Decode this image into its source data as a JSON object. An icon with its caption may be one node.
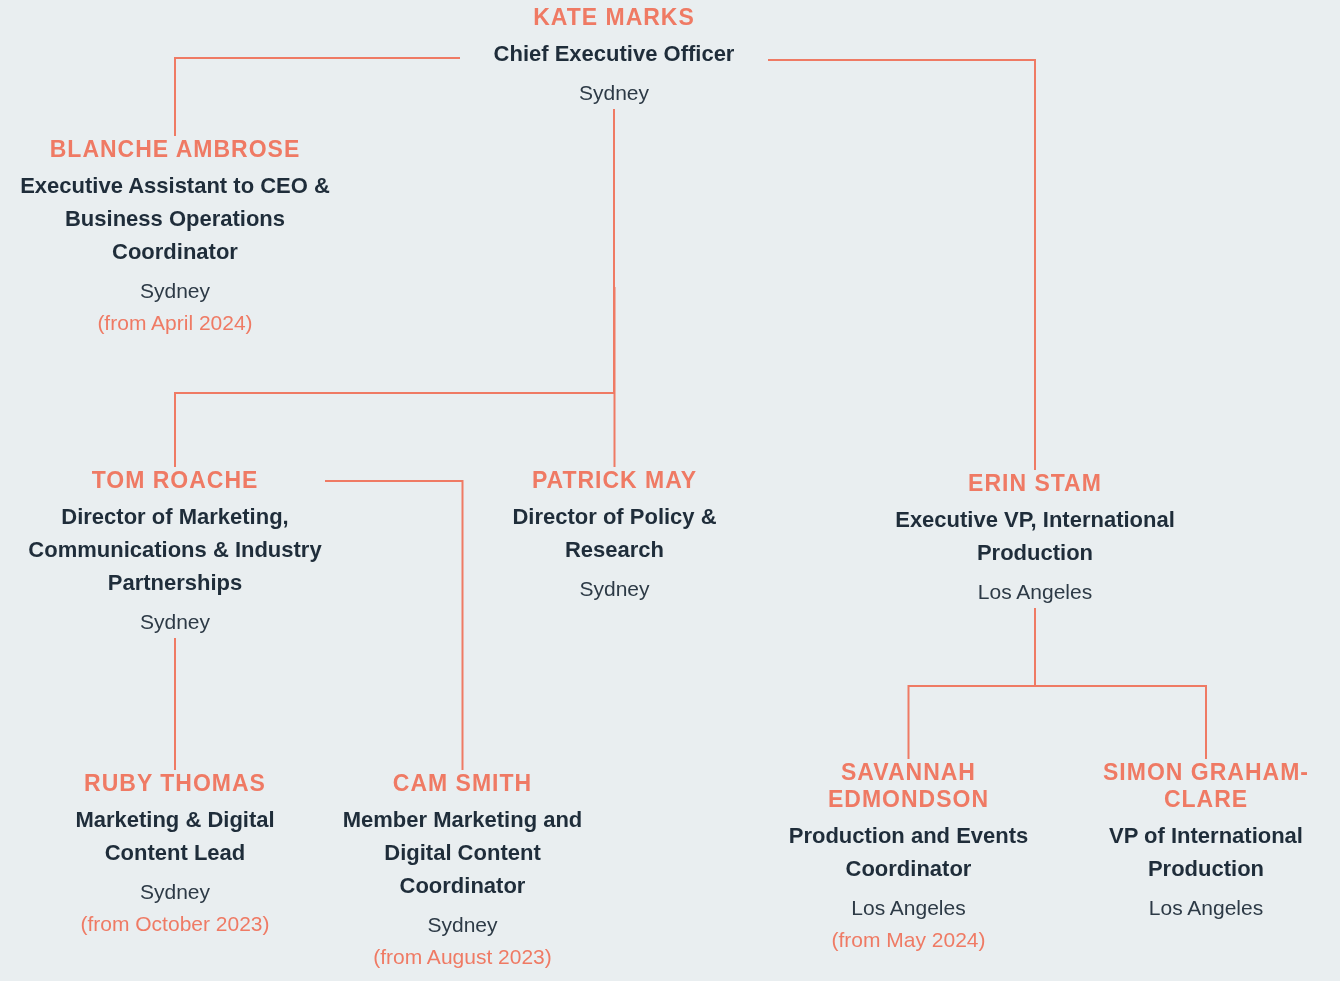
{
  "diagram": {
    "nodes": [
      {
        "text": [
          "KATE MARKS",
          "Chief Executive Officer",
          "Sydney"
        ]
      },
      {
        "text": [
          "BLANCHE AMBROSE",
          "Executive Assistant to CEO & Business Operations Coordinator",
          "Sydney",
          "(from April 2024)"
        ]
      },
      {
        "text": [
          "TOM ROACHE",
          "Director of Marketing, Communications & Industry Partnerships",
          "Sydney"
        ]
      },
      {
        "text": [
          "PATRICK MAY",
          "Director of Policy & Research",
          "Sydney"
        ]
      },
      {
        "text": [
          "ERIN STAM",
          "Executive VP, International Production",
          "Los Angeles"
        ]
      },
      {
        "text": [
          "RUBY THOMAS",
          "Marketing & Digital Content Lead",
          "Sydney",
          "(from October 2023)"
        ]
      },
      {
        "text": [
          "CAM SMITH",
          "Member Marketing and Digital Content Coordinator",
          "Sydney",
          "(from August 2023)"
        ]
      },
      {
        "text": [
          "SAVANNAH EDMONDSON",
          "Production and Events Coordinator",
          "Los Angeles",
          "(from May 2024)"
        ]
      },
      {
        "text": [
          "SIMON GRAHAM-CLARE",
          "VP of International Production",
          "Los Angeles"
        ]
      }
    ],
    "edges": [
      {
        "from": 0,
        "to": 1,
        "arrow": "none"
      },
      {
        "from": 0,
        "to": 2,
        "arrow": "none"
      },
      {
        "from": 0,
        "to": 3,
        "arrow": "none"
      },
      {
        "from": 0,
        "to": 4,
        "arrow": "none"
      },
      {
        "from": 2,
        "to": 5,
        "arrow": "none"
      },
      {
        "from": 2,
        "to": 6,
        "arrow": "none"
      },
      {
        "from": 4,
        "to": 7,
        "arrow": "none"
      },
      {
        "from": 4,
        "to": 8,
        "arrow": "none"
      }
    ]
  }
}
